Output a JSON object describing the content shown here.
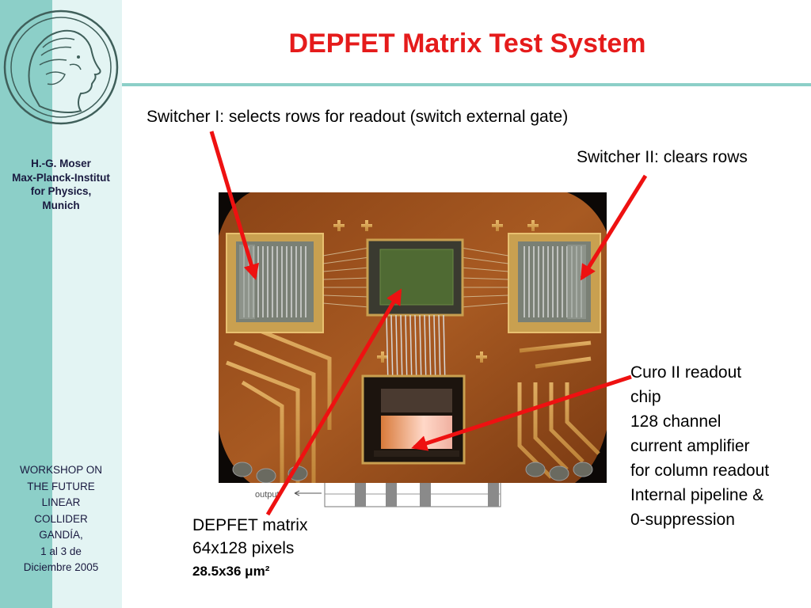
{
  "slide": {
    "title": "DEPFET Matrix Test System",
    "accent_color": "#e51b1b",
    "sidebar_color": "#8ccfc8"
  },
  "sidebar": {
    "logo_icon": "minerva-head-logo",
    "author_lines": [
      "H.-G. Moser",
      "Max-Planck-Institut",
      "for Physics,",
      "Munich"
    ],
    "event_lines": [
      "WORKSHOP ON",
      "THE FUTURE",
      "LINEAR",
      "COLLIDER",
      "GANDÍA,",
      "1 al 3 de",
      "Diciembre 2005"
    ]
  },
  "labels": {
    "switcher1": "Switcher I: selects rows for readout (switch external gate)",
    "switcher2": "Switcher II: clears rows",
    "curo_lines": [
      "Curo II readout",
      "chip",
      "128 channel",
      "current amplifier",
      "for column readout",
      "Internal pipeline &",
      "0-suppression"
    ],
    "depfet_lines": [
      "DEPFET matrix",
      "64x128 pixels"
    ],
    "depfet_dim": "28.5x36 μm²",
    "schematic_output": "output"
  }
}
